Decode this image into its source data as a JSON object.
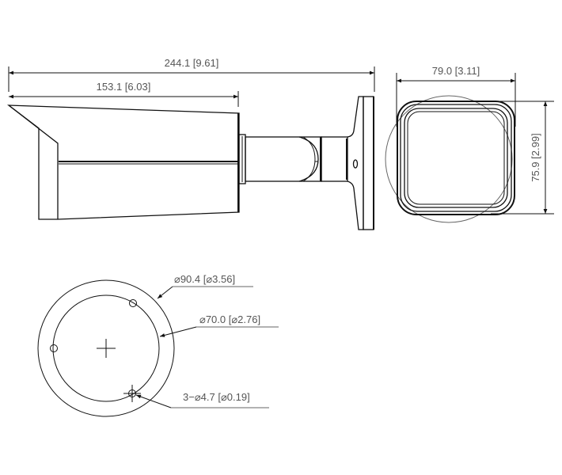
{
  "drawing": {
    "subject": "Bullet camera dimensions",
    "units_primary": "mm",
    "units_secondary": "inch",
    "line_color": "#111111",
    "text_color": "#555555",
    "background": "#ffffff"
  },
  "side_view": {
    "overall_length": {
      "label": "244.1 [9.61]",
      "mm": 244.1,
      "inch": 9.61
    },
    "body_length": {
      "label": "153.1 [6.03]",
      "mm": 153.1,
      "inch": 6.03
    }
  },
  "front_view": {
    "width": {
      "label": "79.0 [3.11]",
      "mm": 79.0,
      "inch": 3.11
    },
    "height": {
      "label": "75.9 [2.99]",
      "mm": 75.9,
      "inch": 2.99
    }
  },
  "base_view": {
    "outer_diameter": {
      "label": "⌀90.4 [⌀3.56]",
      "mm": 90.4,
      "inch": 3.56
    },
    "bolt_circle_diameter": {
      "label": "⌀70.0 [⌀2.76]",
      "mm": 70.0,
      "inch": 2.76
    },
    "mounting_holes": {
      "label": "3−⌀4.7 [⌀0.19]",
      "count": 3,
      "mm": 4.7,
      "inch": 0.19
    }
  }
}
